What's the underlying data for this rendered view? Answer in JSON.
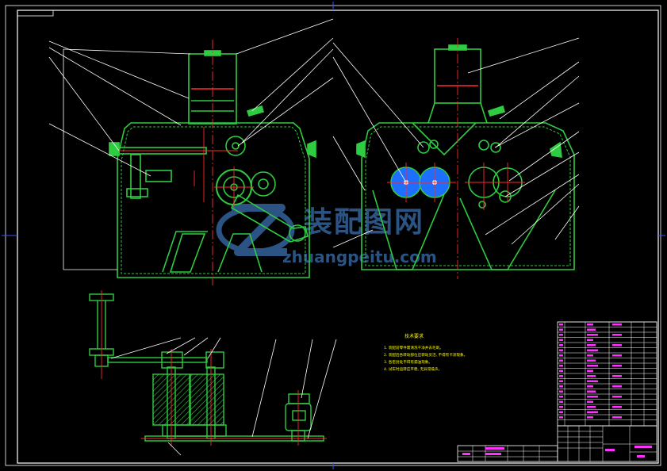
{
  "drawing": {
    "background": "#000000",
    "frame_color": "#ffffff",
    "part_color": "#2ecc40",
    "center_line_color": "#ff2a2a",
    "leader_color": "#ffffff",
    "annotation_color": "#ffff00",
    "roller_fill": "#1e6fff"
  },
  "watermark": {
    "brand_cn": "装配图网",
    "brand_url": "zhuangpeitu.com",
    "logo_icon": "zp-logo-icon",
    "color": "#3a6fb0"
  },
  "notes": {
    "heading": "技术要求",
    "lines": [
      "1. 装配前零件需清洗干净并去毛刺。",
      "2. 装配后各转动部位应转动灵活, 不得有卡滞现象。",
      "3. 各密封处不得有漏油现象。",
      "4. 试车时运转应平稳, 无异常噪声。"
    ]
  }
}
